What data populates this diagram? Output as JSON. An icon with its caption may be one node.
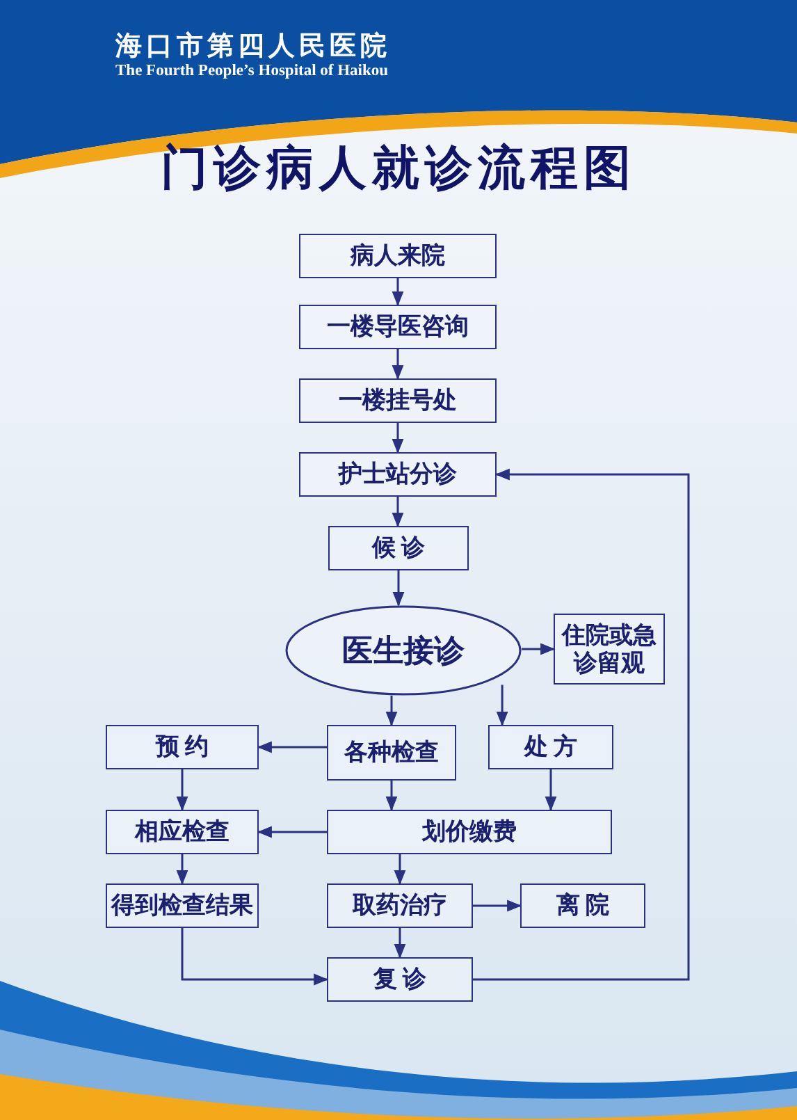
{
  "diagram": {
    "title": "门诊病人就诊流程图",
    "nodes": [
      {
        "text": [
          "病人来院"
        ]
      },
      {
        "text": [
          "一楼导医咨询"
        ]
      },
      {
        "text": [
          "一楼挂号处"
        ]
      },
      {
        "text": [
          "护士站分诊"
        ]
      },
      {
        "text": [
          "候 诊"
        ]
      },
      {
        "text": [
          "医生接诊"
        ]
      },
      {
        "text": [
          "住院或急诊留观"
        ]
      },
      {
        "text": [
          "预 约"
        ]
      },
      {
        "text": [
          "各种检查"
        ]
      },
      {
        "text": [
          "处 方"
        ]
      },
      {
        "text": [
          "相应检查"
        ]
      },
      {
        "text": [
          "划价缴费"
        ]
      },
      {
        "text": [
          "得到检查结果"
        ]
      },
      {
        "text": [
          "取药治疗"
        ]
      },
      {
        "text": [
          "离 院"
        ]
      },
      {
        "text": [
          "复 诊"
        ]
      }
    ],
    "edges": [
      {
        "from": 0,
        "to": 1,
        "arrow": "to"
      },
      {
        "from": 1,
        "to": 2,
        "arrow": "to"
      },
      {
        "from": 2,
        "to": 3,
        "arrow": "to"
      },
      {
        "from": 3,
        "to": 4,
        "arrow": "to"
      },
      {
        "from": 4,
        "to": 5,
        "arrow": "to"
      },
      {
        "from": 5,
        "to": 6,
        "arrow": "to"
      },
      {
        "from": 5,
        "to": 8,
        "arrow": "to"
      },
      {
        "from": 5,
        "to": 9,
        "arrow": "to"
      },
      {
        "from": 8,
        "to": 7,
        "arrow": "to"
      },
      {
        "from": 7,
        "to": 10,
        "arrow": "to"
      },
      {
        "from": 8,
        "to": 11,
        "arrow": "to"
      },
      {
        "from": 9,
        "to": 11,
        "arrow": "to"
      },
      {
        "from": 11,
        "to": 10,
        "arrow": "to"
      },
      {
        "from": 10,
        "to": 12,
        "arrow": "to"
      },
      {
        "from": 11,
        "to": 13,
        "arrow": "to"
      },
      {
        "from": 13,
        "to": 14,
        "arrow": "to"
      },
      {
        "from": 13,
        "to": 15,
        "arrow": "to"
      },
      {
        "from": 12,
        "to": 15,
        "arrow": "to"
      },
      {
        "from": 15,
        "to": 3,
        "arrow": "to"
      }
    ],
    "labels": [
      "海口市第四人民医院",
      "The Fourth People’s Hospital of Haikou"
    ]
  }
}
